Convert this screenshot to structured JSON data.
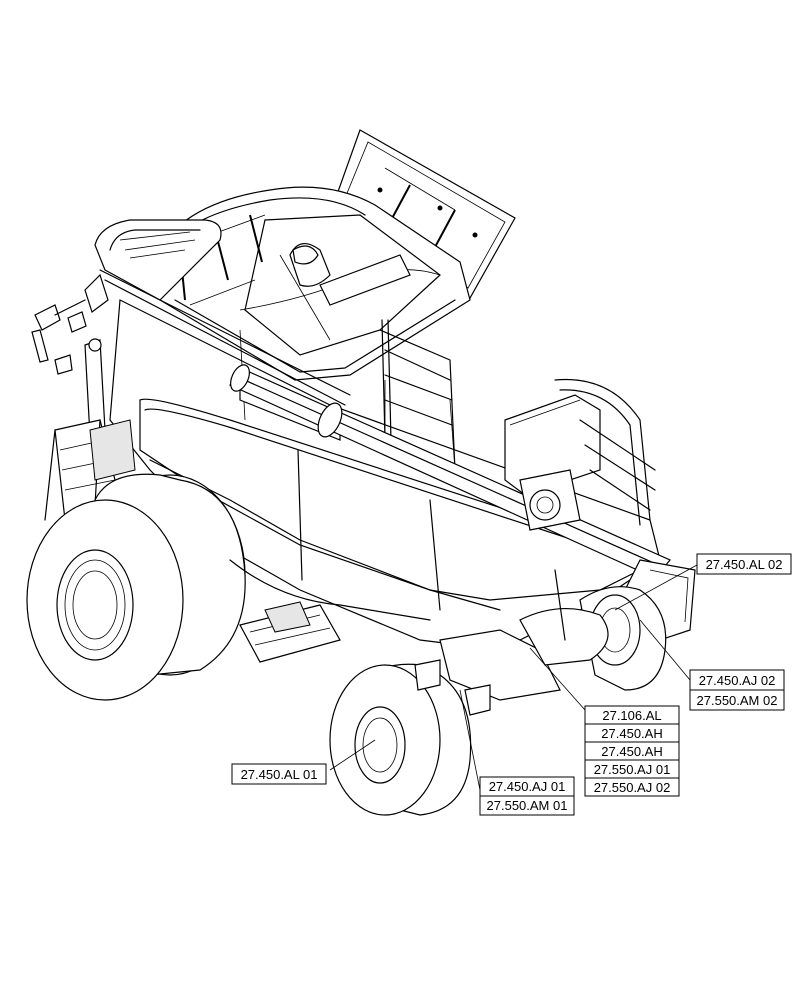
{
  "callouts": {
    "top_right": "27.450.AL 02",
    "right_stack": [
      "27.450.AJ 02",
      "27.550.AM 02"
    ],
    "center_stack": [
      "27.106.AL",
      "27.450.AH",
      "27.450.AH",
      "27.550.AJ 01",
      "27.550.AJ 02"
    ],
    "left_single": "27.450.AL 01",
    "bottom_stack": [
      "27.450.AJ 01",
      "27.550.AM 01"
    ]
  }
}
